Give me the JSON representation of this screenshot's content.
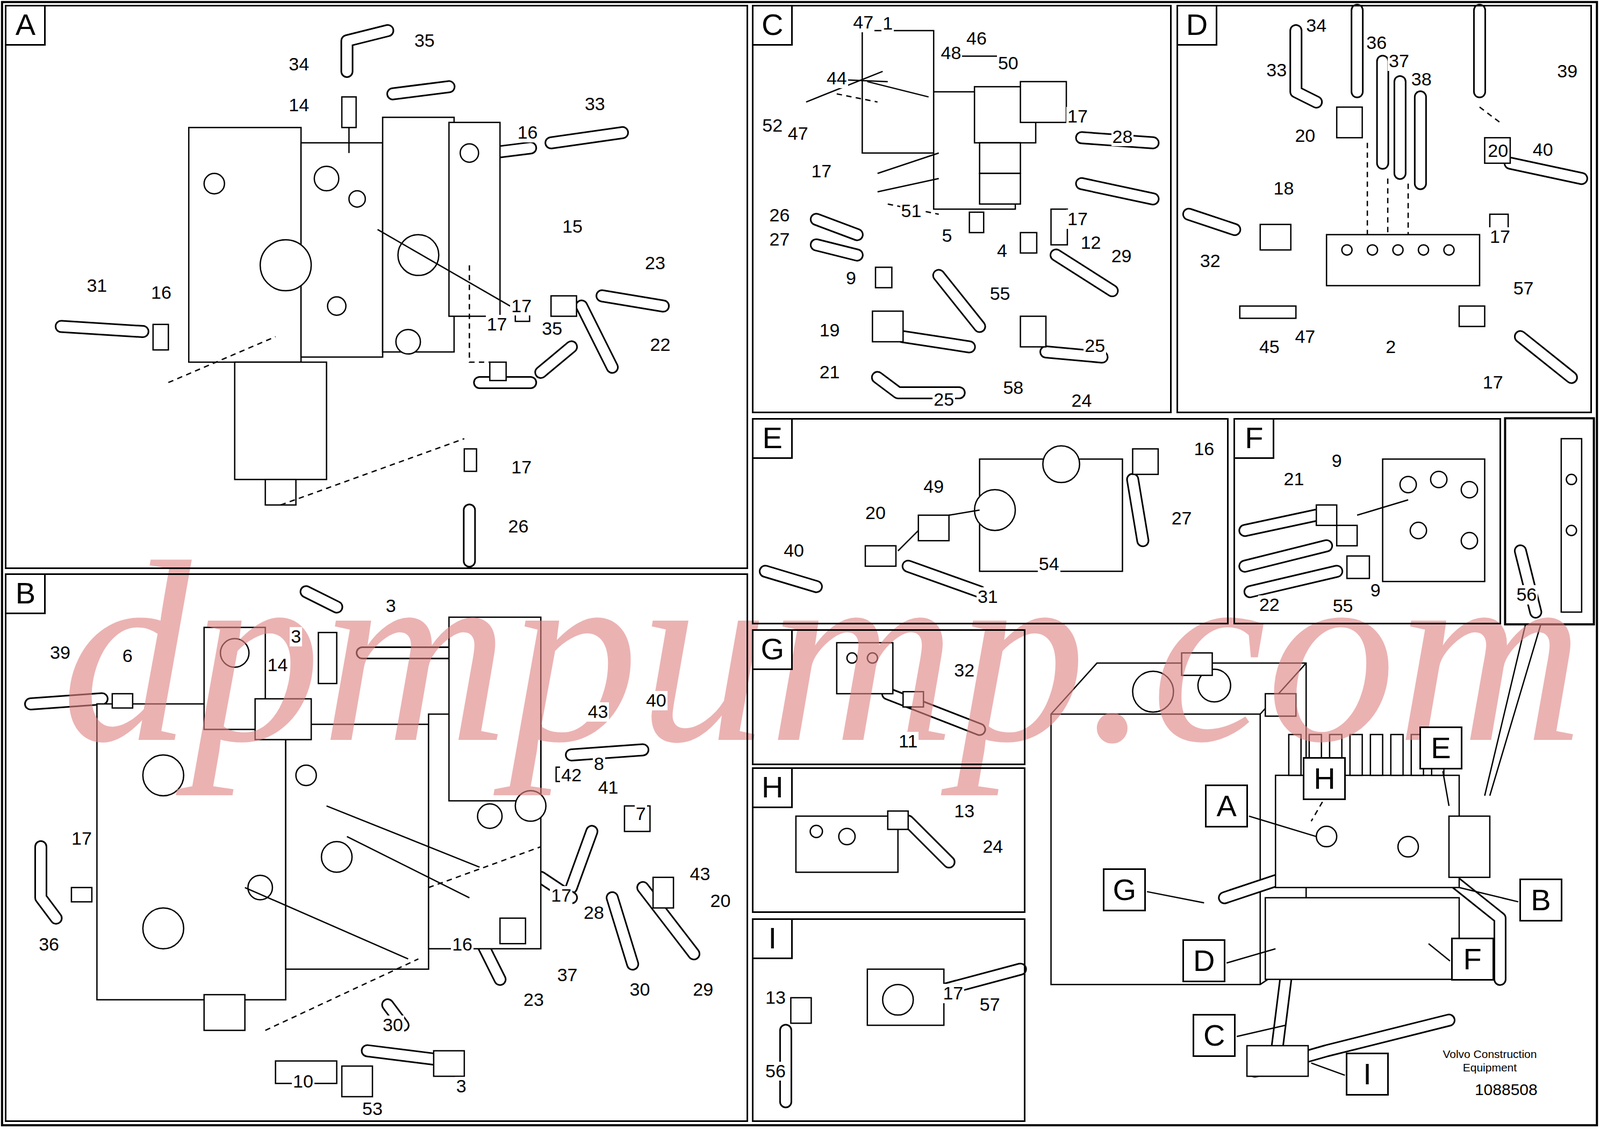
{
  "diagram": {
    "nodes": [
      {
        "text": [
          "A"
        ]
      },
      {
        "text": [
          "B"
        ]
      },
      {
        "text": [
          "C"
        ]
      },
      {
        "text": [
          "D"
        ]
      },
      {
        "text": [
          "E"
        ]
      },
      {
        "text": [
          "F"
        ]
      },
      {
        "text": [
          "G"
        ]
      },
      {
        "text": [
          "H"
        ]
      },
      {
        "text": [
          "I"
        ]
      },
      {
        "text": [
          "A"
        ]
      },
      {
        "text": [
          "H"
        ]
      },
      {
        "text": [
          "E"
        ]
      },
      {
        "text": [
          "G"
        ]
      },
      {
        "text": [
          "B"
        ]
      },
      {
        "text": [
          "D"
        ]
      },
      {
        "text": [
          "F"
        ]
      },
      {
        "text": [
          "C"
        ]
      },
      {
        "text": [
          "I"
        ]
      }
    ],
    "labels": [
      "34",
      "35",
      "14",
      "33",
      "16",
      "31",
      "16",
      "15",
      "23",
      "17",
      "17",
      "35",
      "22",
      "17",
      "26",
      "3",
      "3",
      "14",
      "39",
      "6",
      "43",
      "40",
      "8",
      "42",
      "41",
      "7",
      "17",
      "43",
      "20",
      "17",
      "28",
      "16",
      "36",
      "37",
      "30",
      "29",
      "23",
      "10",
      "30",
      "53",
      "3",
      "1",
      "47",
      "48",
      "46",
      "50",
      "44",
      "52",
      "47",
      "17",
      "28",
      "17",
      "26",
      "51",
      "17",
      "29",
      "27",
      "5",
      "4",
      "12",
      "9",
      "55",
      "19",
      "25",
      "21",
      "25",
      "58",
      "24",
      "34",
      "36",
      "37",
      "38",
      "33",
      "39",
      "20",
      "20",
      "40",
      "18",
      "17",
      "32",
      "57",
      "45",
      "47",
      "2",
      "17",
      "16",
      "20",
      "49",
      "27",
      "40",
      "54",
      "31",
      "9",
      "21",
      "22",
      "55",
      "9",
      "56",
      "32",
      "11",
      "13",
      "24",
      "13",
      "17",
      "57",
      "56",
      "dpmpump.com",
      "Volvo Construction Equipment",
      "1088508"
    ]
  }
}
